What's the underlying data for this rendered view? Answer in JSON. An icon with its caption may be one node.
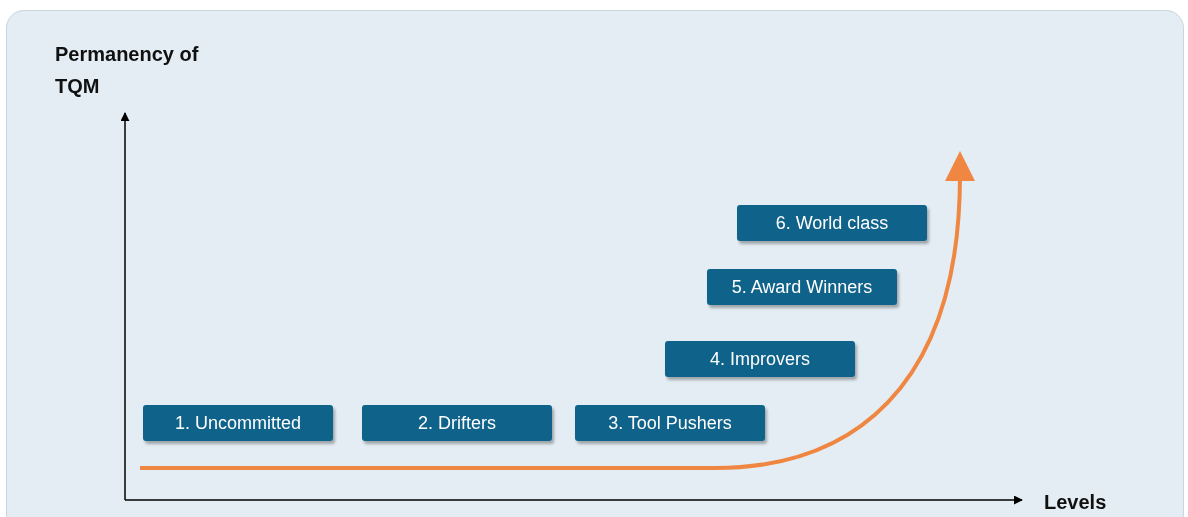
{
  "diagram": {
    "nodes": [
      {
        "text": [
          "1. Uncommitted"
        ]
      },
      {
        "text": [
          "2. Drifters"
        ]
      },
      {
        "text": [
          "3. Tool Pushers"
        ]
      },
      {
        "text": [
          "4. Improvers"
        ]
      },
      {
        "text": [
          "5. Award Winners"
        ]
      },
      {
        "text": [
          "6. World class"
        ]
      }
    ],
    "labels": [
      "Permanency of TQM",
      "Levels"
    ]
  }
}
